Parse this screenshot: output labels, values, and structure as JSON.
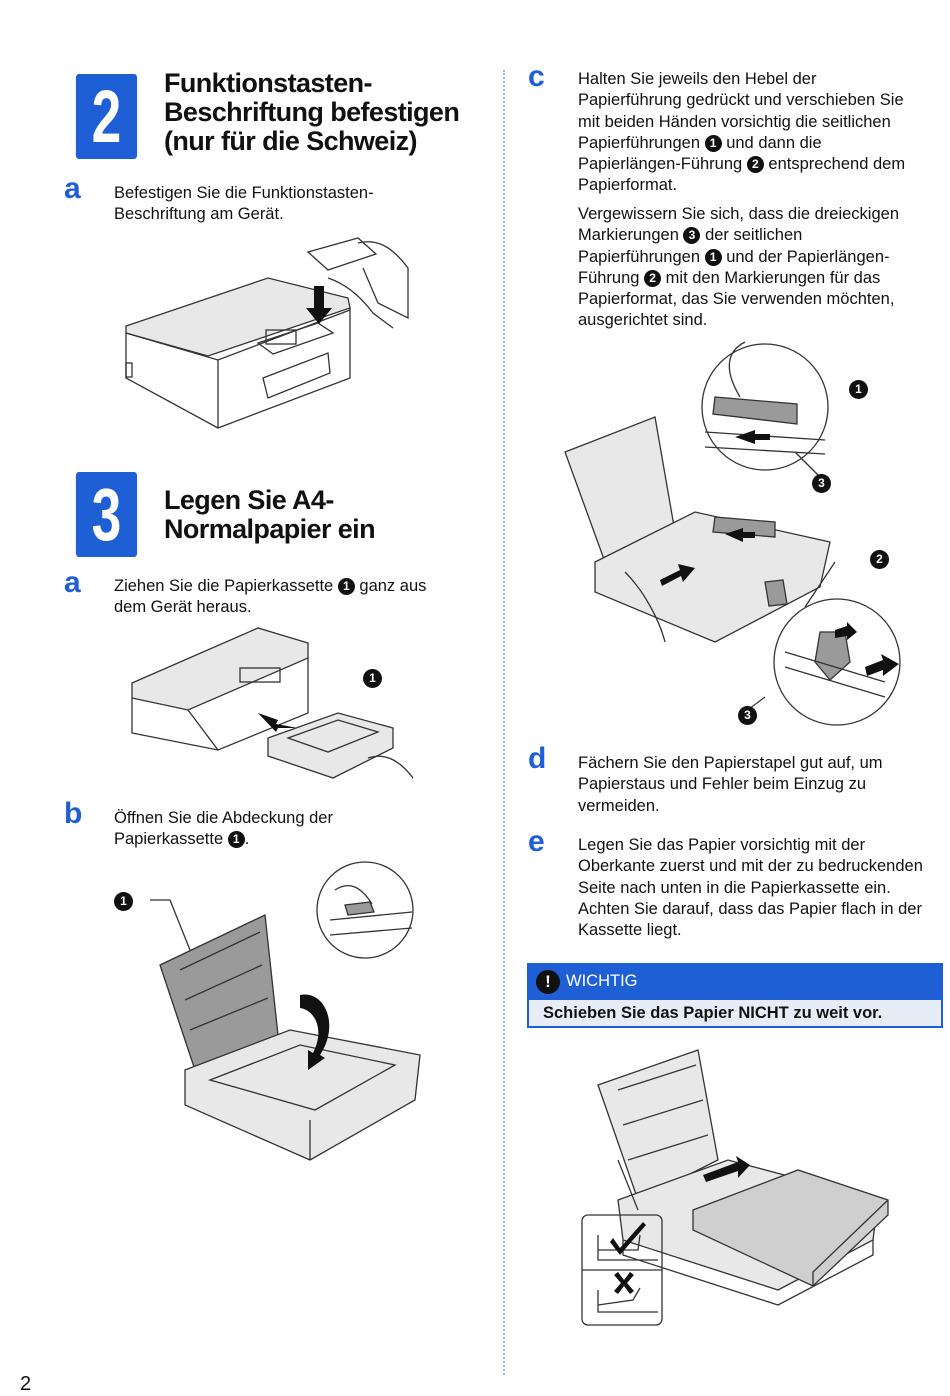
{
  "step2": {
    "number": "2",
    "title_lines": [
      "Funktionstasten-",
      "Beschriftung befestigen",
      "(nur für die Schweiz)"
    ],
    "a": {
      "letter": "a",
      "lines": [
        "Befestigen Sie die Funktionstasten-",
        "Beschriftung am Gerät."
      ]
    }
  },
  "step3": {
    "number": "3",
    "title_lines": [
      "Legen Sie A4-",
      "Normalpapier ein"
    ],
    "a": {
      "letter": "a",
      "pre": "Ziehen Sie die Papierkassette",
      "badge": "1",
      "post": "ganz aus",
      "line2": "dem Gerät heraus."
    },
    "b": {
      "letter": "b",
      "line1": "Öffnen Sie die Abdeckung der",
      "pre": "Papierkassette",
      "badge": "1",
      "post": "."
    },
    "c": {
      "letter": "c",
      "p1": {
        "l1": "Halten Sie jeweils den Hebel der",
        "l2": "Papierführung gedrückt und verschieben Sie",
        "l3": "mit beiden Händen vorsichtig die seitlichen",
        "l4_pre": "Papierführungen",
        "l4_badge": "1",
        "l4_post": "und dann die",
        "l5_pre": "Papierlängen-Führung",
        "l5_badge": "2",
        "l5_post": "entsprechend dem",
        "l6": "Papierformat."
      },
      "p2": {
        "l1": "Vergewissern Sie sich, dass die dreieckigen",
        "l2_pre": "Markierungen",
        "l2_badge": "3",
        "l2_post": "der seitlichen",
        "l3_pre": "Papierführungen",
        "l3_badge": "1",
        "l3_post": "und der Papierlängen-",
        "l4_pre": "Führung",
        "l4_badge": "2",
        "l4_post": "mit den Markierungen für das",
        "l5": "Papierformat, das Sie verwenden möchten,",
        "l6": "ausgerichtet sind."
      }
    },
    "d": {
      "letter": "d",
      "lines": [
        "Fächern Sie den Papierstapel gut auf, um",
        "Papierstaus und Fehler beim Einzug zu",
        "vermeiden."
      ]
    },
    "e": {
      "letter": "e",
      "lines": [
        "Legen Sie das Papier vorsichtig mit der",
        "Oberkante zuerst und mit der zu bedruckenden",
        "Seite nach unten in die Papierkassette ein.",
        "Achten Sie darauf, dass das Papier flach in der",
        "Kassette liegt."
      ]
    },
    "warning": {
      "icon": "!",
      "label": "WICHTIG",
      "text": "Schieben Sie das Papier NICHT zu weit vor."
    }
  },
  "callouts": {
    "one": "1",
    "two": "2",
    "three": "3"
  },
  "page_number": "2",
  "colors": {
    "accent": "#1f5fd6",
    "warning_bg": "#e6edf7"
  }
}
